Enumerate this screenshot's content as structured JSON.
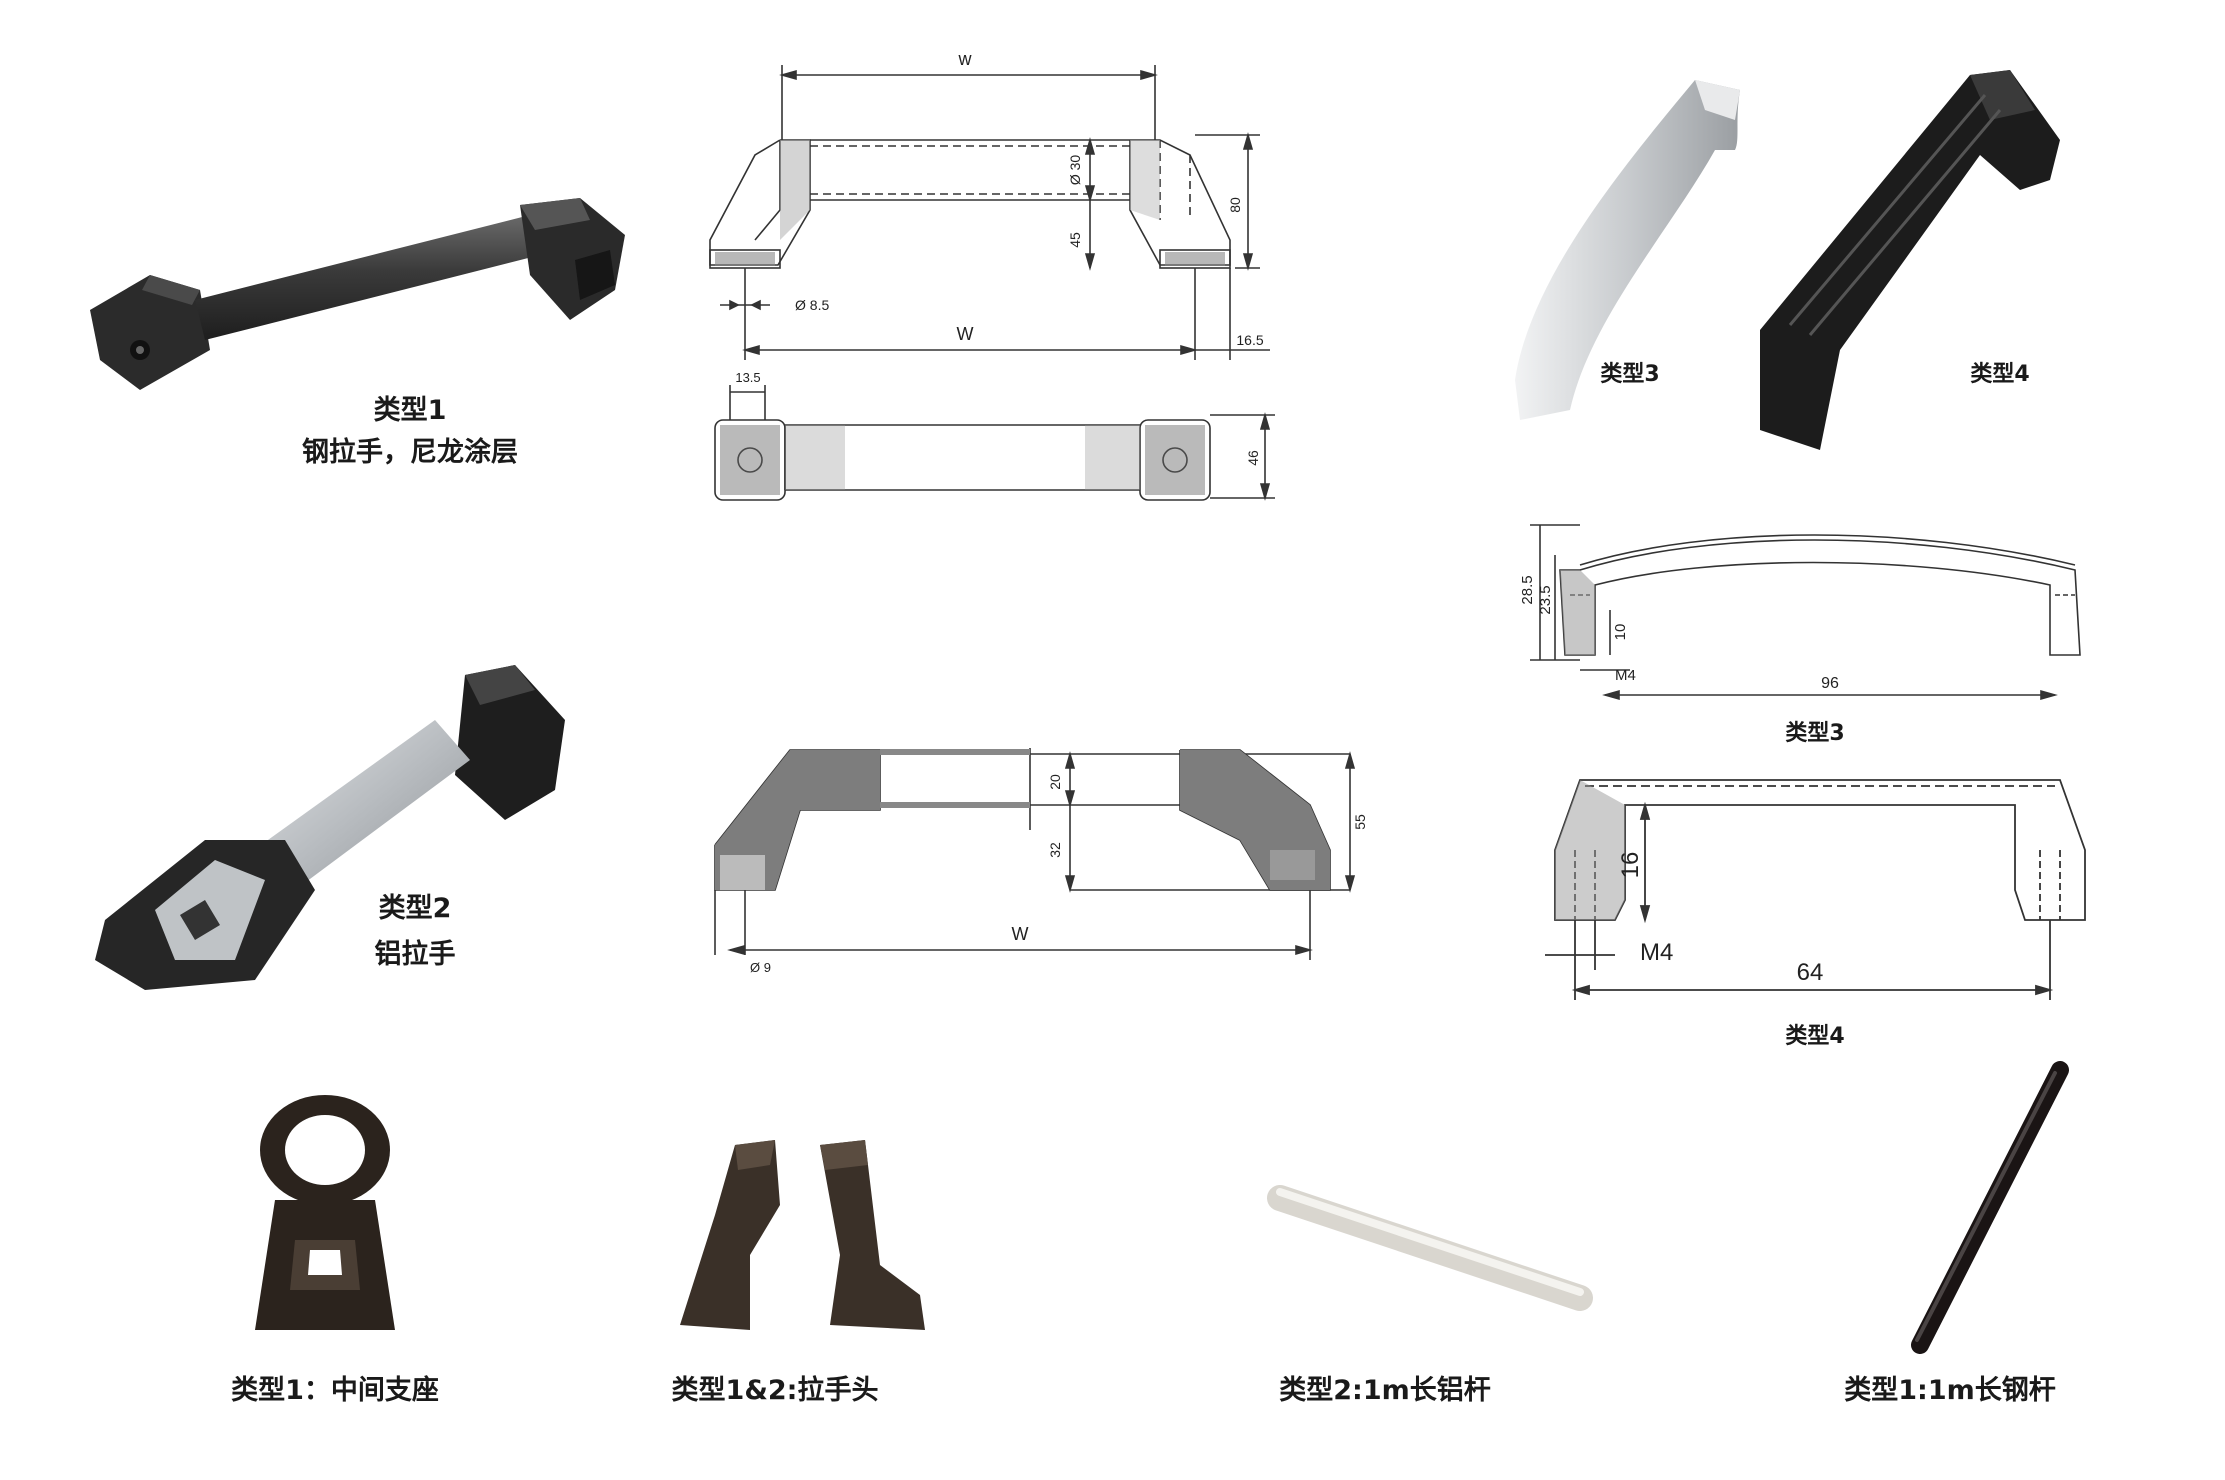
{
  "colors": {
    "steel_dark": "#2e2e2e",
    "aluminum": "#c9ccd0",
    "black_plastic": "#1c1c1c",
    "brown_plastic": "#3a3028",
    "white_rod": "#e8e6e0",
    "line": "#333333",
    "hatch_fill": "#7a7a7a"
  },
  "captions": {
    "type1_line1": "类型1",
    "type1_line2": "钢拉手，尼龙涂层",
    "type2_line1": "类型2",
    "type2_line2": "铝拉手",
    "type3_photo": "类型3",
    "type4_photo": "类型4",
    "type3_drawing": "类型3",
    "type4_drawing": "类型4",
    "middle_support": "类型1：中间支座",
    "handle_heads": "类型1&2:拉手头",
    "alu_rod": "类型2:1m长铝杆",
    "steel_rod": "类型1:1m长钢杆"
  },
  "drawing1": {
    "w_top": "w",
    "dia30": "Ø 30",
    "h80": "80",
    "h45": "45",
    "dia85": "Ø 8.5",
    "w_bottom": "W",
    "d165": "16.5",
    "d135": "13.5",
    "d46": "46"
  },
  "drawing2": {
    "h20": "20",
    "h32": "32",
    "h55": "55",
    "w": "W",
    "dia9": "Ø 9"
  },
  "drawing3": {
    "h285": "28.5",
    "h235": "23.5",
    "h10": "10",
    "m4": "M4",
    "w96": "96"
  },
  "drawing4": {
    "h16": "16",
    "m4": "M4",
    "w64": "64"
  }
}
